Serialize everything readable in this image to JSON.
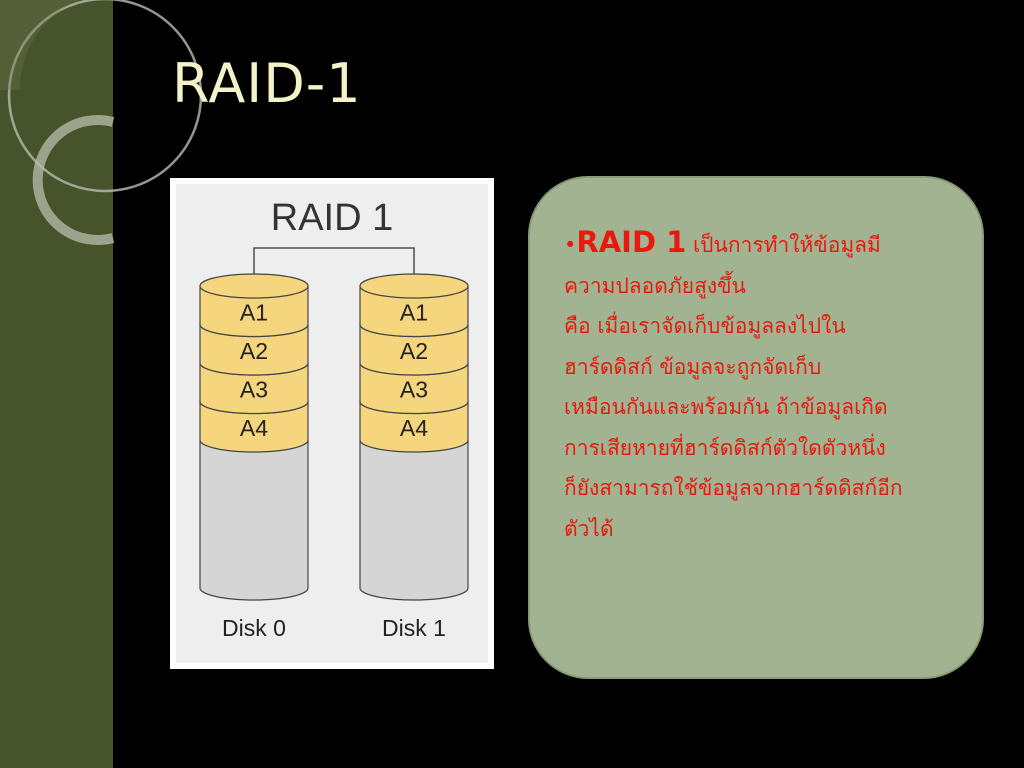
{
  "slide": {
    "title": "RAID-1"
  },
  "diagram": {
    "heading": "RAID 1",
    "disks": [
      {
        "label": "Disk 0",
        "blocks": [
          "A1",
          "A2",
          "A3",
          "A4"
        ]
      },
      {
        "label": "Disk 1",
        "blocks": [
          "A1",
          "A2",
          "A3",
          "A4"
        ]
      }
    ]
  },
  "callout": {
    "bullet_char": "•",
    "bullet_head": "RAID 1",
    "lines": [
      " เป็นการทำให้ข้อมูลมี",
      "ความปลอดภัยสูงขึ้น",
      "คือ เมื่อเราจัดเก็บข้อมูลลงไปใน",
      "ฮาร์ดดิสก์ ข้อมูลจะถูกจัดเก็บ",
      "เหมือนกันและพร้อมกัน ถ้าข้อมูลเกิด",
      "การเสียหายที่ฮาร์ดดิสก์ตัวใดตัวหนึ่ง",
      "ก็ยังสามารถใช้ข้อมูลจากฮาร์ดดิสก์อีก",
      "ตัวได้"
    ]
  },
  "colors": {
    "background": "#000000",
    "sidebar": "#47542b",
    "title": "#f3f2c8",
    "callout_bg": "#a1b390",
    "callout_text": "#e8190f",
    "block_fill": "#f5d67e",
    "disk_body": "#d5d5d5"
  }
}
